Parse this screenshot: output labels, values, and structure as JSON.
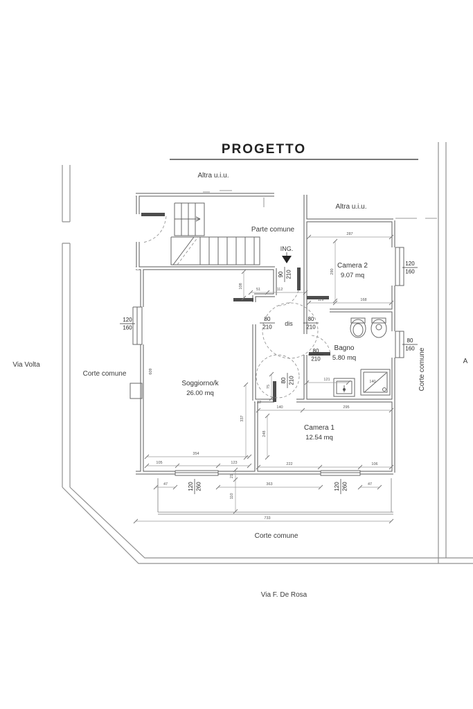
{
  "title": "PROGETTO",
  "labels": {
    "altra_uiu_top": "Altra u.i.u.",
    "altra_uiu_right": "Altra u.i.u.",
    "parte_comune": "Parte comune",
    "ingresso": "ING.",
    "dis": "dis",
    "via_volta": "Via Volta",
    "corte_comune_left": "Corte comune",
    "corte_comune_right": "Corte comune",
    "corte_comune_bottom": "Corte comune",
    "via_f_de_rosa": "Via F. De Rosa",
    "section_marker": "A"
  },
  "rooms": [
    {
      "name": "Camera 2",
      "area": "9.07 mq"
    },
    {
      "name": "Soggiorno/k",
      "area": "26.00 mq"
    },
    {
      "name": "Bagno",
      "area": "5.80 mq"
    },
    {
      "name": "Camera 1",
      "area": "12.54 mq"
    }
  ],
  "openings": {
    "entrance_door": {
      "w": "90",
      "h": "210"
    },
    "interior_door": {
      "w": "80",
      "h": "210"
    },
    "window_large": {
      "w": "120",
      "h": "160"
    },
    "window_bath": {
      "w": "80",
      "h": "160"
    },
    "french_door": {
      "w": "120",
      "h": "260"
    }
  },
  "dims": {
    "d287": "287",
    "d290": "290",
    "d119": "119",
    "d168": "168",
    "d51": "51",
    "d112": "112",
    "d108": "108",
    "d354": "354",
    "d105": "105",
    "d123": "123",
    "d140": "140",
    "d295": "295",
    "d121": "121",
    "d12": "12",
    "d75": "75",
    "d337": "337",
    "d248": "248",
    "d609": "609",
    "d222": "222",
    "d106": "106",
    "d363": "363",
    "d47": "47",
    "d733": "733",
    "d21": "21",
    "d110": "110",
    "d140b": "140"
  }
}
